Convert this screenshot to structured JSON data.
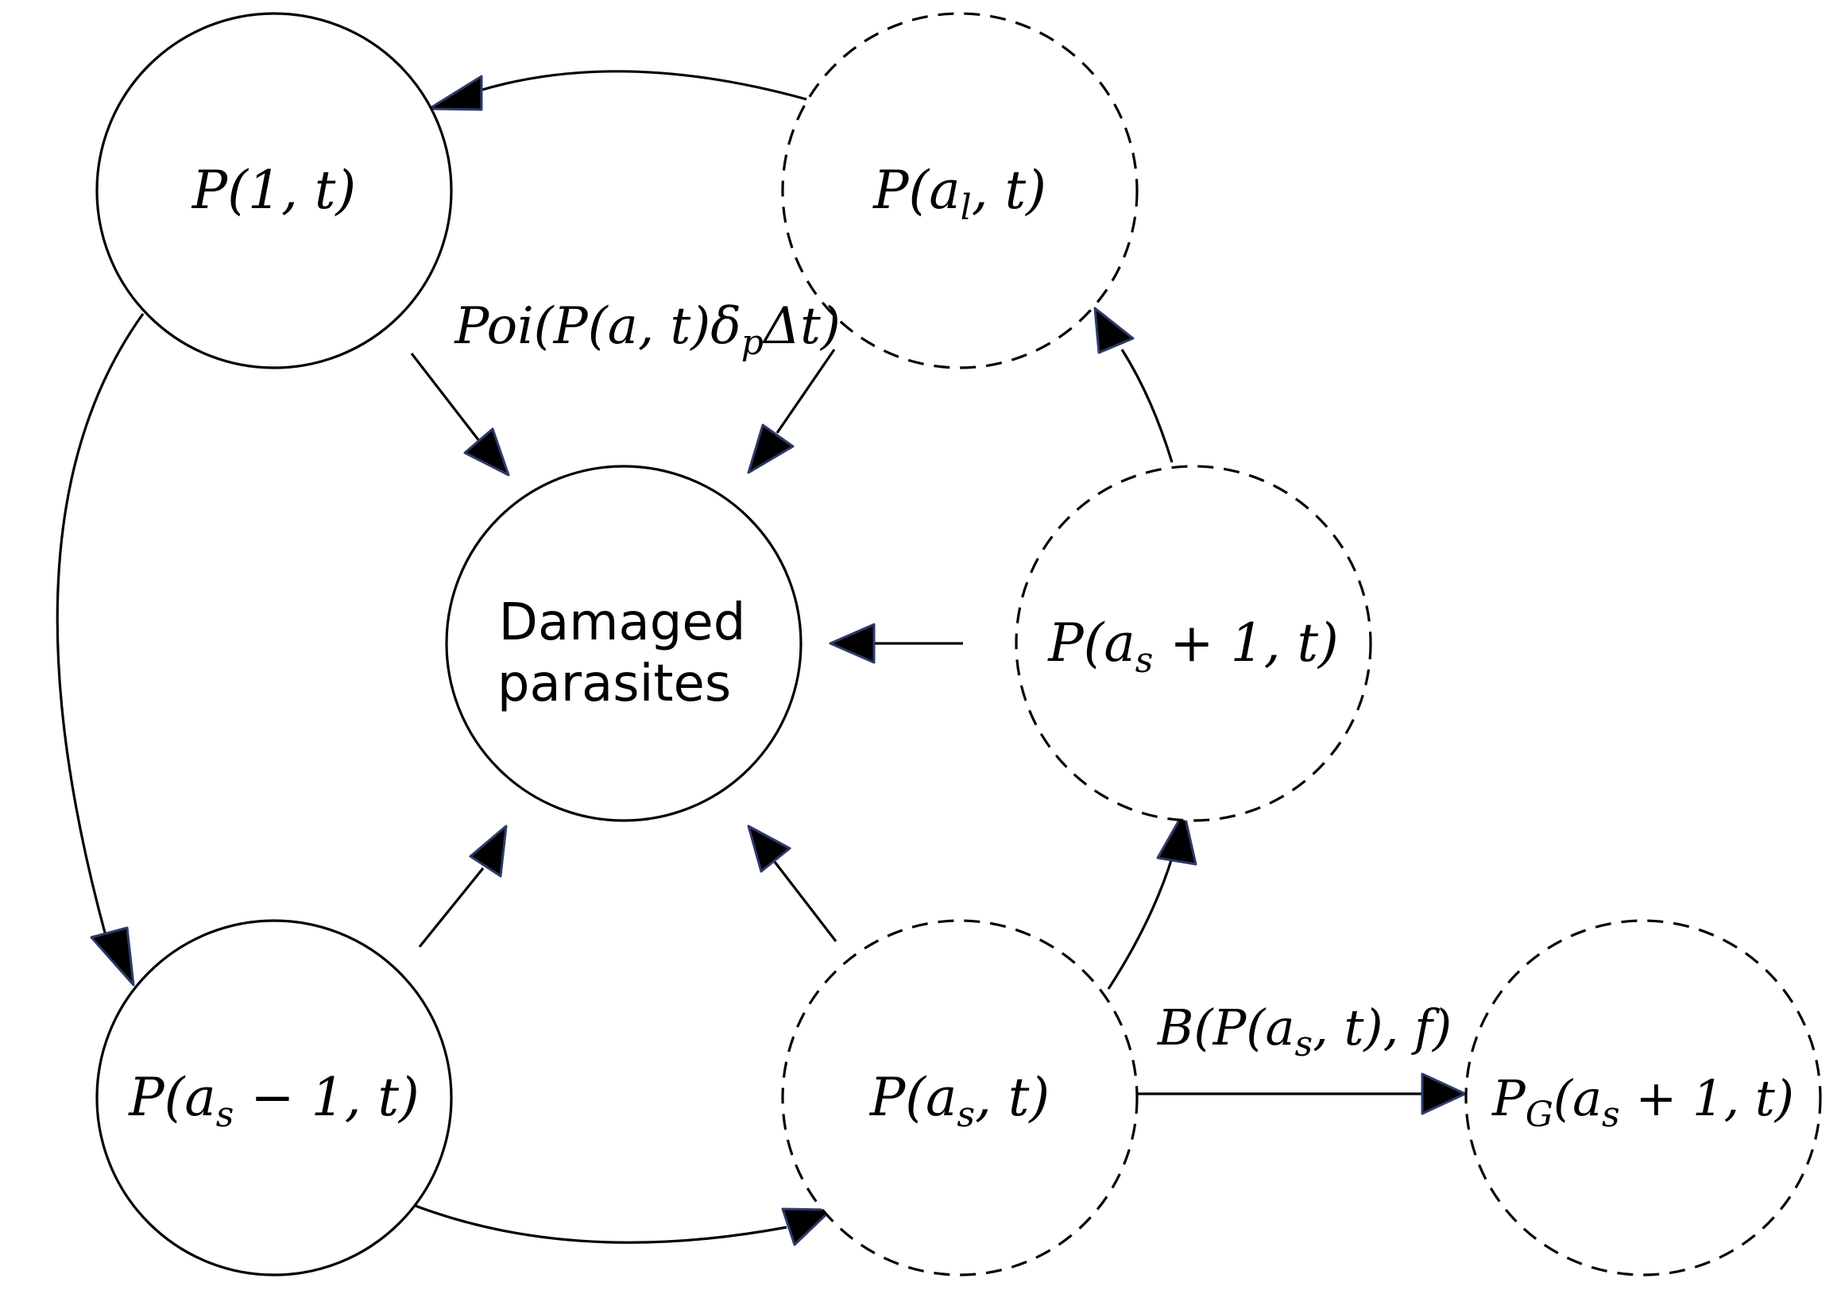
{
  "nodes": {
    "p1": {
      "label": "P(1, t)",
      "style": "solid"
    },
    "pal": {
      "label": "P(a",
      "sub": "l",
      "tail": ", t)",
      "style": "dashed"
    },
    "damaged": {
      "line1": "Damaged",
      "line2": "parasites",
      "style": "solid"
    },
    "pas1": {
      "label": "P(a",
      "sub": "s",
      "tail": " + 1, t)",
      "style": "dashed"
    },
    "pasm1": {
      "label": "P(a",
      "sub": "s",
      "tail": " − 1, t)",
      "style": "solid"
    },
    "pas": {
      "label": "P(a",
      "sub": "s",
      "tail": ", t)",
      "style": "dashed"
    },
    "pg": {
      "label": "P",
      "sub": "G",
      "mid": "(a",
      "sub2": "s",
      "tail": " + 1, t)",
      "style": "dashed"
    }
  },
  "edge_labels": {
    "poisson": {
      "text": "Poi(P(a, t)δ",
      "sub": "p",
      "tail": "Δt)"
    },
    "binomial": {
      "text": "B(P(a",
      "sub": "s",
      "tail": ", t), f)"
    }
  }
}
